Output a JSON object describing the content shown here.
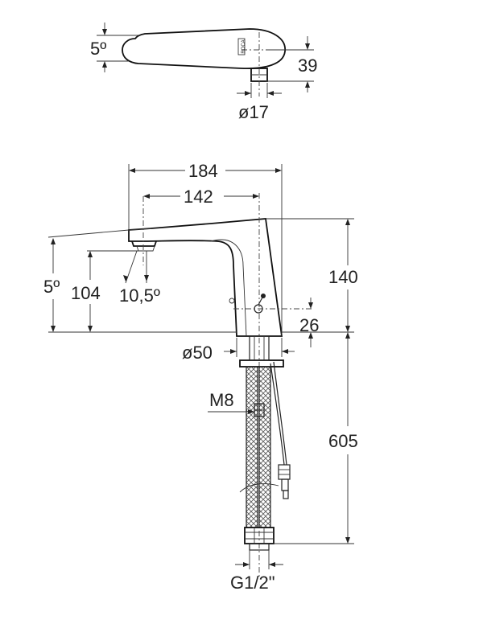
{
  "top_view": {
    "angle": "5º",
    "height": "39",
    "outlet_diameter": "ø17",
    "logo": "ROCA"
  },
  "front_view": {
    "width_total": "184",
    "width_spout": "142",
    "height_total": "140",
    "angle": "5º",
    "spout_height": "104",
    "outlet_angle": "10,5º",
    "sensor_offset": "26",
    "base_diameter": "ø50",
    "thread": "M8",
    "hose_length": "605",
    "connection": "G1/2\""
  }
}
